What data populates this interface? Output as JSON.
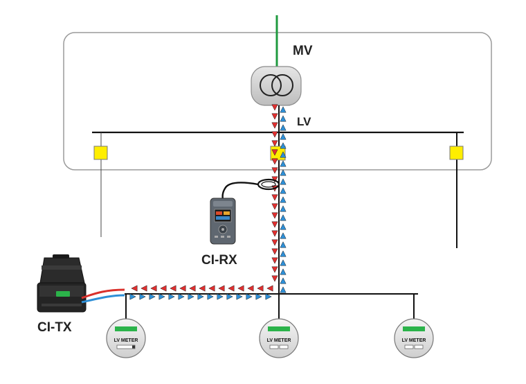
{
  "labels": {
    "mv": "MV",
    "lv": "LV",
    "receiver": "CI-RX",
    "transmitter": "CI-TX"
  },
  "meters": [
    {
      "label": "LV METER"
    },
    {
      "label": "LV METER"
    },
    {
      "label": "LV METER"
    }
  ],
  "colors": {
    "mv_line": "#1f9a3f",
    "bus_line": "#111111",
    "fuse": "#ffee00",
    "signal_red": "#e03030",
    "signal_blue": "#2e8fd6",
    "enclosure": "#999999"
  },
  "icons": [
    "transformer-icon",
    "current-clamp-icon",
    "receiver-device-icon",
    "transmitter-case-icon",
    "meter-icon"
  ]
}
